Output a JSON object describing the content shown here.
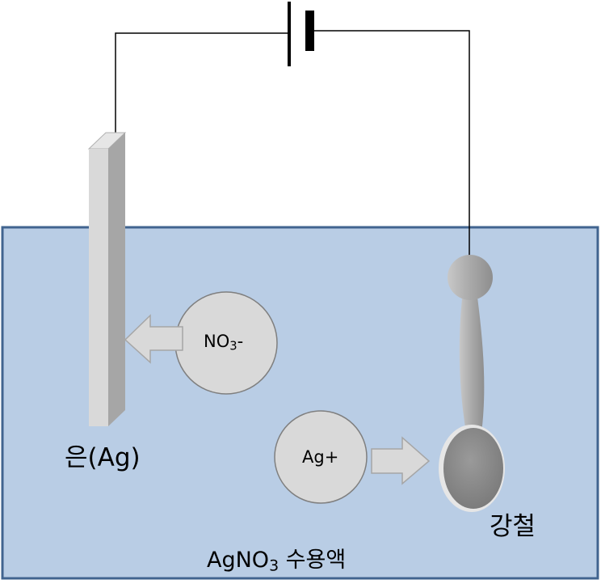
{
  "labels": {
    "silver_electrode": "은(Ag)",
    "steel_spoon": "강철",
    "solution_formula_main": "AgNO",
    "solution_formula_sub": "3",
    "solution_name": " 수용액",
    "nitrate_main": "NO",
    "nitrate_sub": "3",
    "nitrate_charge": "-",
    "silver_ion": "Ag+"
  },
  "colors": {
    "solution_fill": "#b9cde5",
    "solution_border": "#41648f",
    "ion_fill": "#d9d9d9",
    "ion_stroke": "#7f7f7f",
    "arrow_fill": "#d9d9d9",
    "electrode_front": "#d9d9d9",
    "electrode_side": "#a6a6a6",
    "wire": "#000000"
  }
}
